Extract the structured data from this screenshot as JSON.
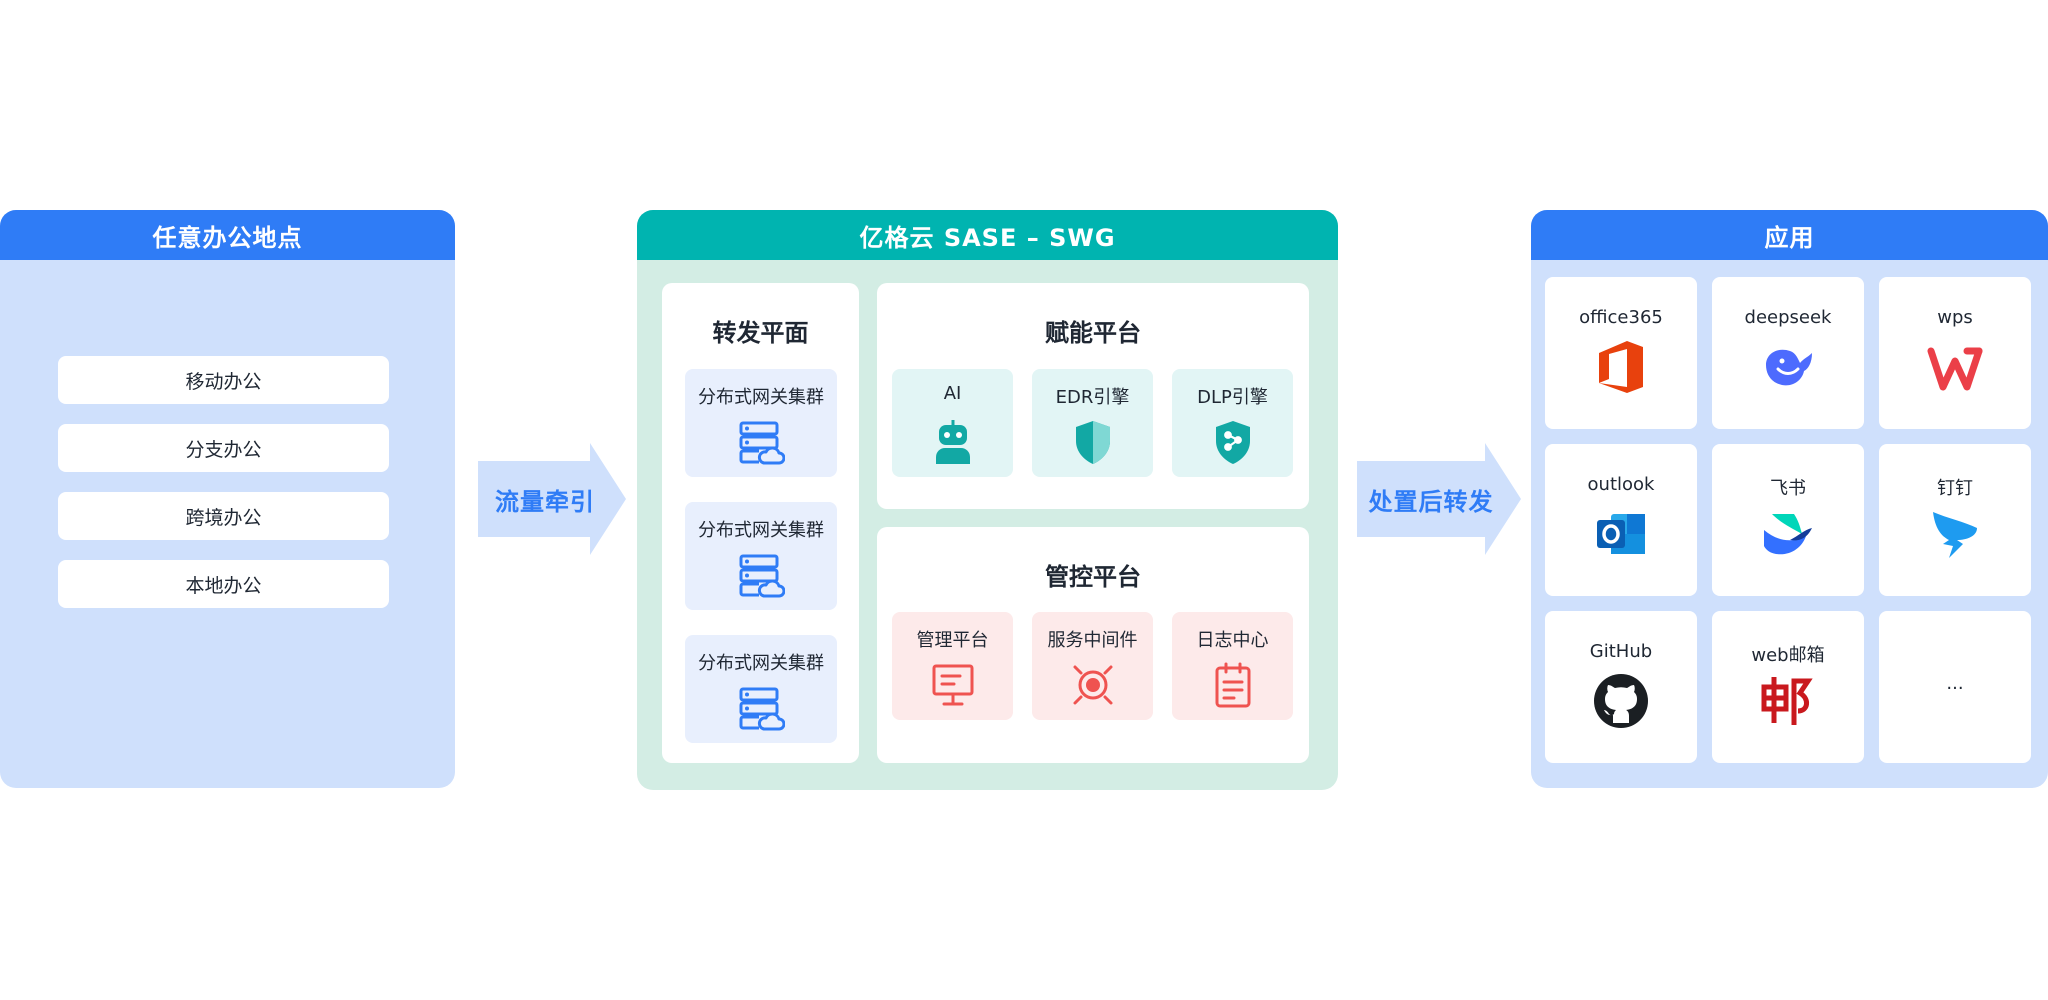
{
  "left": {
    "title": "任意办公地点",
    "items": [
      "移动办公",
      "分支办公",
      "跨境办公",
      "本地办公"
    ]
  },
  "arrows": {
    "inbound": "流量牵引",
    "outbound": "处置后转发"
  },
  "middle": {
    "title": "亿格云 SASE – SWG",
    "forward": {
      "title": "转发平面",
      "items": [
        {
          "label": "分布式网关集群",
          "icon": "server-cloud-icon"
        },
        {
          "label": "分布式网关集群",
          "icon": "server-cloud-icon"
        },
        {
          "label": "分布式网关集群",
          "icon": "server-cloud-icon"
        }
      ]
    },
    "enable": {
      "title": "赋能平台",
      "items": [
        {
          "label": "AI",
          "icon": "robot-icon"
        },
        {
          "label": "EDR引擎",
          "icon": "shield-icon"
        },
        {
          "label": "DLP引擎",
          "icon": "shield-share-icon"
        }
      ]
    },
    "control": {
      "title": "管控平台",
      "items": [
        {
          "label": "管理平台",
          "icon": "monitor-icon"
        },
        {
          "label": "服务中间件",
          "icon": "target-icon"
        },
        {
          "label": "日志中心",
          "icon": "clipboard-icon"
        }
      ]
    }
  },
  "right": {
    "title": "应用",
    "apps": [
      {
        "label": "office365",
        "icon": "office-icon"
      },
      {
        "label": "deepseek",
        "icon": "whale-icon"
      },
      {
        "label": "wps",
        "icon": "wps-icon"
      },
      {
        "label": "outlook",
        "icon": "outlook-icon"
      },
      {
        "label": "飞书",
        "icon": "feishu-icon"
      },
      {
        "label": "钉钉",
        "icon": "dingtalk-icon"
      },
      {
        "label": "GitHub",
        "icon": "github-icon"
      },
      {
        "label": "web邮箱",
        "icon": "mail-icon"
      },
      {
        "label": "...",
        "icon": ""
      }
    ]
  },
  "colors": {
    "primary_blue": "#2f7cf6",
    "teal": "#00b4b0",
    "panel_blue": "#cfe0fc",
    "panel_green": "#d3ede4",
    "icon_red": "#ef5350"
  }
}
